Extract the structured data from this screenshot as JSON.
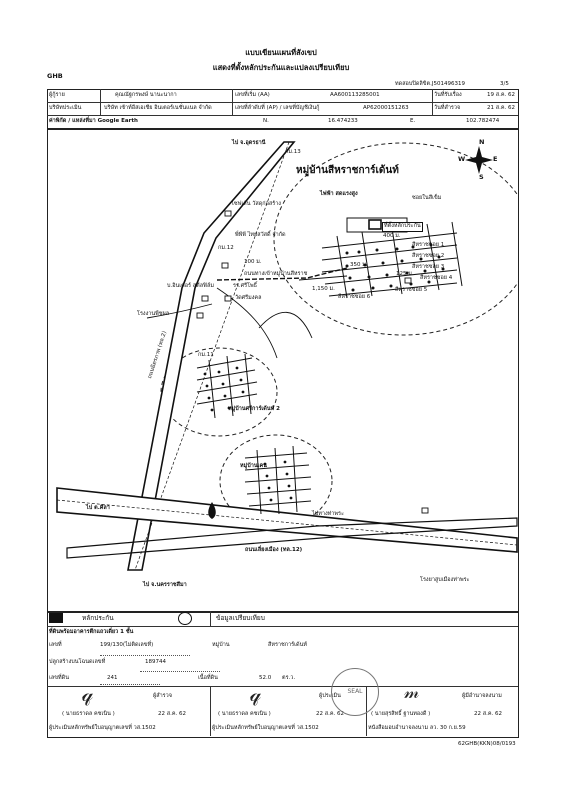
{
  "header": {
    "title1": "แบบเขียนแผนที่สังเขป",
    "title2": "แสดงที่ตั้งหลักประกันและแปลงเปรียบเทียบ",
    "brand": "GHB",
    "file_no": "ทดสอบปิดลิขิต.J501496319",
    "page": "3/5"
  },
  "info": {
    "borrower_label": "ผู้กู้ราย",
    "borrower_value": "คุณณัฐกรพงษ์ นานะนากา",
    "app_no_label": "เลขที่เริ่ม (AA)",
    "app_no_value": "AA600113285001",
    "date_req_label": "วันที่รับเรื่อง",
    "date_req_value": "19 ส.ค. 62",
    "company_label": "บริษัทประเมิน",
    "company_value": "บริษัท เซ้าท์อีสเอเชีย อินเตอร์เนชั่นแนล จำกัด",
    "ap_label": "เลขที่ลำดับที่ (AP) / เลขที่บัญชีเงินกู้",
    "ap_value": "AP62000151263",
    "date_survey_label": "วันที่สำรวจ",
    "date_survey_value": "21 ส.ค. 62",
    "coord_label": "ค่าพิกัด / แหล่งที่มา Google Earth",
    "n_label": "N.",
    "n_value": "16.474233",
    "e_label": "E.",
    "e_value": "102.782474"
  },
  "map": {
    "to_udon": "ไป จ.อุดรธานี",
    "km13": "กม.13",
    "village_title": "หมู่บ้านสีหราชการ์เด้นท์",
    "compass_n": "N",
    "compass_s": "S",
    "compass_e": "E",
    "compass_w": "W",
    "pole": "ไฟฟ้า สดแรงสูง",
    "site_label": "ที่ตั้งหลักประกัน",
    "soi_in": "ซอยในสีเข็ม",
    "soi1": "สีหราชซอย 1",
    "soi2": "สีหราชซอย 2",
    "soi3": "สีหราชซอย 3",
    "soi4": "สีหราชซอย 4",
    "soi5": "สีหราชซอย 5",
    "soi6": "สีหราชซอย 6",
    "d125": "125 ม.",
    "d100": "100 ม.",
    "d1150": "1,150 ม.",
    "d350": "350 ม.",
    "d400": "400 ม.",
    "shop1": "เซฟเส้น วัสดุก่อสร้าง",
    "shop2": "พี่พีพี ไทยสวัสดิ์ จำกัด",
    "km12": "กม.12",
    "entrance": "ถนนทางเข้าหมู่บ้านสีหราช",
    "factory": "บ.อินเตอร์ สตีลฟิล์ม",
    "school": "รร.ศรีโพธิ์",
    "temple": "วัดศรีมงคล",
    "tire_shop": "โรงงานพืชผล",
    "km11": "กม.11",
    "highway": "ถนนมิตรภาพ (ทล.2)",
    "village2": "หมู่บ้านศรีการ์เด้นท์ 2",
    "village3": "หมู่บ้านเคน",
    "to_khon": "ไป ต.ศิลา",
    "ring": "ถนนเลี่ยงเมือง (ทล.12)",
    "kabin": "ไปทางท่าพระ",
    "to_korat": "ไป จ.นครราชสีมา",
    "korat_plant": "โรงยาสูบเมืองท่าพระ"
  },
  "footer": {
    "collateral": "หลักประกัน",
    "compare": "ข้อมูลเปรียบเทียบ",
    "comp_detail": "ที่ดินพร้อมอาคารตึกแถวเดี่ยว 1 ชั้น",
    "house_no_label": "เลขที่",
    "house_no_value": "199/130(ไม่ติดเลขที่)",
    "moo_label": "หมู่บ้าน",
    "moo_value": "สีหราชการ์เด้นท์",
    "deed_label": "ปลูกสร้างบนโฉนดเลขที่",
    "deed_value": "189744",
    "land_no_label": "เลขที่ดิน",
    "land_no_value": "241",
    "area_label": "เนื้อที่ดิน",
    "area_value": "52.0",
    "area_unit": "ตร.ว.",
    "surveyor_title": "ผู้สำรวจ",
    "surveyor_name": "( นายธราดล  คชเนิน )",
    "surveyor_date": "22 ส.ค. 62",
    "surveyor_license": "ผู้ประเมินหลักทรัพย์ใบอนุญาตเลขที่ วส.1502",
    "appraiser_title": "ผู้ประเมิน",
    "appraiser_name": "( นายธราดล  คชเนิน )",
    "appraiser_date": "22 ส.ค. 62",
    "appraiser_license": "ผู้ประเมินหลักทรัพย์ใบอนุญาตเลขที่ วส.1502",
    "approver_title": "ผู้มีอำนาจลงนาม",
    "approver_name": "( นายสุรสิทธิ์  ฐานทองดี )",
    "approver_date": "22 ส.ค. 62",
    "approver_license": "หนังสือมอบอำนาจลงนาม ลว. 30 ก.ย.59",
    "form_no": "62GHB(KKN)08/0193",
    "stamp": "SEAL"
  }
}
